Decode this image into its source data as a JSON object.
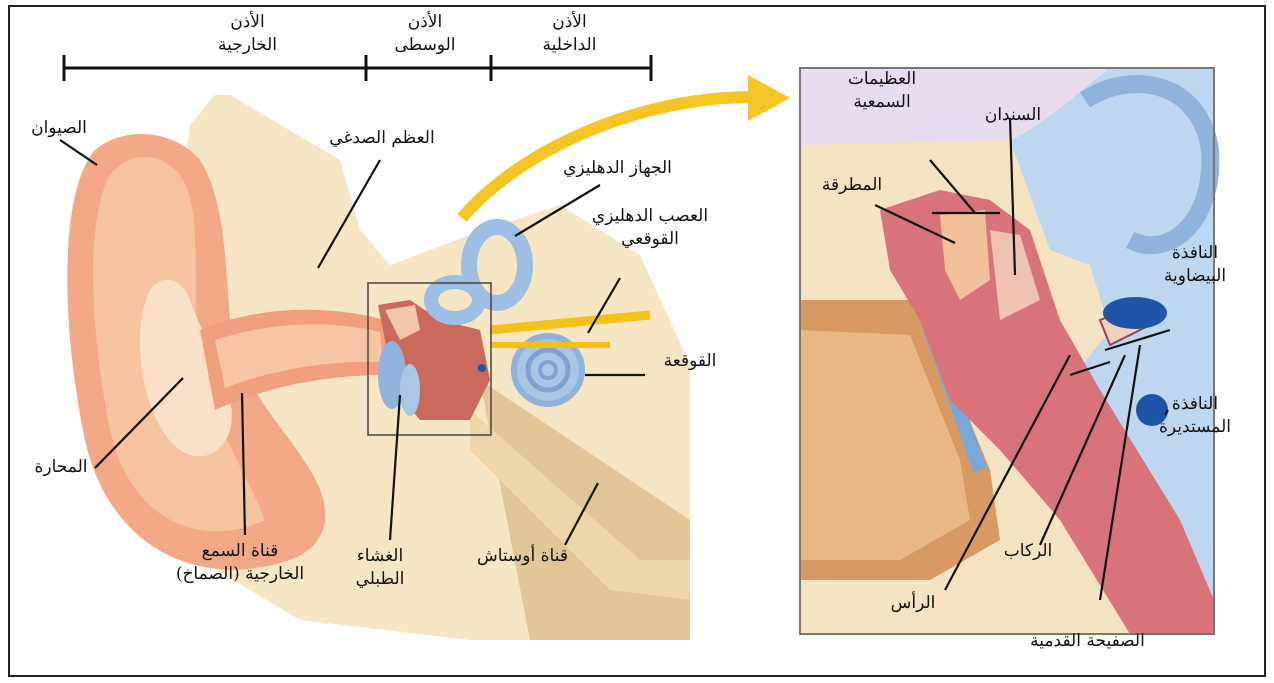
{
  "sections": {
    "outer": {
      "line1": "الأذن",
      "line2": "الخارجية"
    },
    "middle": {
      "line1": "الأذن",
      "line2": "الوسطى"
    },
    "inner": {
      "line1": "الأذن",
      "line2": "الداخلية"
    }
  },
  "left_labels": {
    "pinna": "الصيوان",
    "temporal_bone": "العظم الصدغي",
    "vestibular_apparatus": "الجهاز الدهليزي",
    "vestibulocochlear_nerve": {
      "line1": "العصب الدهليزي",
      "line2": "القوقعي"
    },
    "cochlea": "القوقعة",
    "concha": "المحارة",
    "ear_canal": {
      "line1": "قناة السمع",
      "line2": "الخارجية (الصماخ)"
    },
    "eardrum": {
      "line1": "الغشاء",
      "line2": "الطبلي"
    },
    "eustachian_tube": "قناة أوستاش"
  },
  "right_labels": {
    "ossicles": {
      "line1": "العظيمات",
      "line2": "السمعية"
    },
    "incus": "السندان",
    "malleus": "المطرقة",
    "oval_window": {
      "line1": "النافذة",
      "line2": "البيضاوية"
    },
    "round_window": {
      "line1": "النافذة",
      "line2": "المستديرة"
    },
    "stapes": "الركاب",
    "head": "الرأس",
    "footplate": "الصفيحة القدمية"
  }
}
